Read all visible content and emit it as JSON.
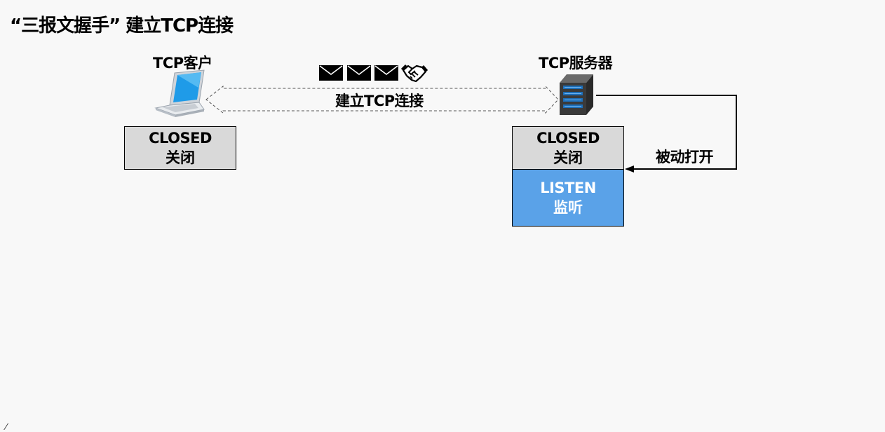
{
  "title": "“三报文握手” 建立TCP连接",
  "client": {
    "label": "TCP客户",
    "icon": "laptop-icon",
    "state": {
      "en": "CLOSED",
      "zh": "关闭"
    }
  },
  "server": {
    "label": "TCP服务器",
    "icon": "server-icon",
    "states": [
      {
        "en": "CLOSED",
        "zh": "关闭"
      },
      {
        "en": "LISTEN",
        "zh": "监听"
      }
    ]
  },
  "connection": {
    "label": "建立TCP连接",
    "icons": [
      "envelope-icon",
      "envelope-icon",
      "envelope-icon",
      "handshake-icon"
    ]
  },
  "passive_open": {
    "label": "被动打开"
  },
  "colors": {
    "background": "#f8f8f8",
    "closed_fill": "#d9d9d9",
    "listen_fill": "#5aa2e8",
    "listen_text": "#ffffff"
  }
}
